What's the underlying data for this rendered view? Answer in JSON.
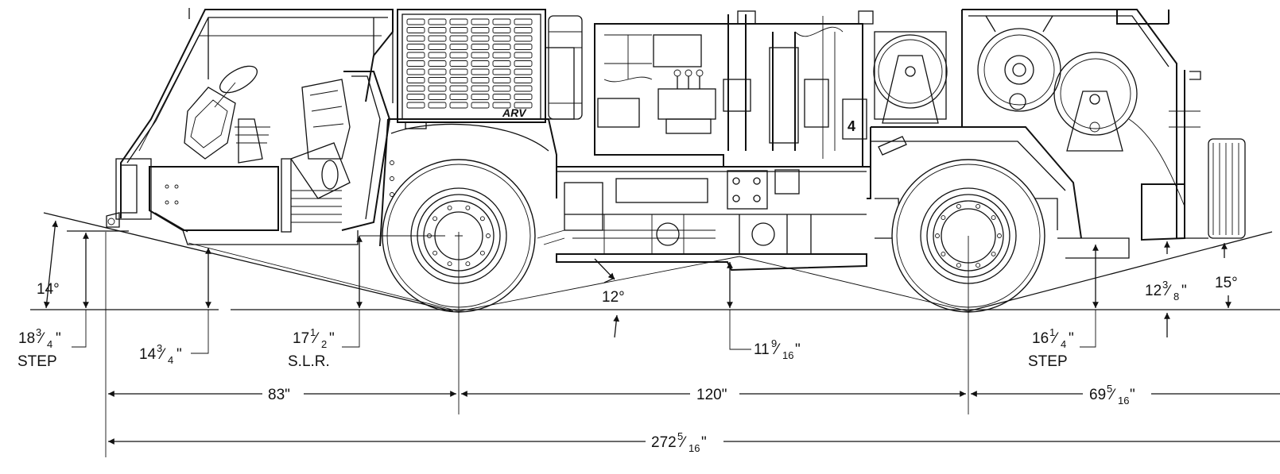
{
  "drawing": {
    "brand_mark": "ARV",
    "badge_number": "4"
  },
  "dimensions": {
    "approach_angle": "14°",
    "departure_angle": "15°",
    "breakover_angle": "12°",
    "front_step": {
      "whole": "18",
      "num": "3",
      "den": "4",
      "unit": "\"",
      "note": "STEP"
    },
    "front_clearance": {
      "whole": "14",
      "num": "3",
      "den": "4",
      "unit": "\""
    },
    "slr": {
      "whole": "17",
      "num": "1",
      "den": "2",
      "unit": "\"",
      "note": "S.L.R."
    },
    "center_clearance": {
      "whole": "11",
      "num": "9",
      "den": "16",
      "unit": "\""
    },
    "rear_step": {
      "whole": "16",
      "num": "1",
      "den": "4",
      "unit": "\"",
      "note": "STEP"
    },
    "rear_clearance": {
      "whole": "12",
      "num": "3",
      "den": "8",
      "unit": "\""
    },
    "front_overhang": "83\"",
    "wheelbase": "120\"",
    "rear_overhang": {
      "whole": "69",
      "num": "5",
      "den": "16",
      "unit": "\""
    },
    "overall_length": {
      "whole": "272",
      "num": "5",
      "den": "16",
      "unit": "\""
    }
  }
}
